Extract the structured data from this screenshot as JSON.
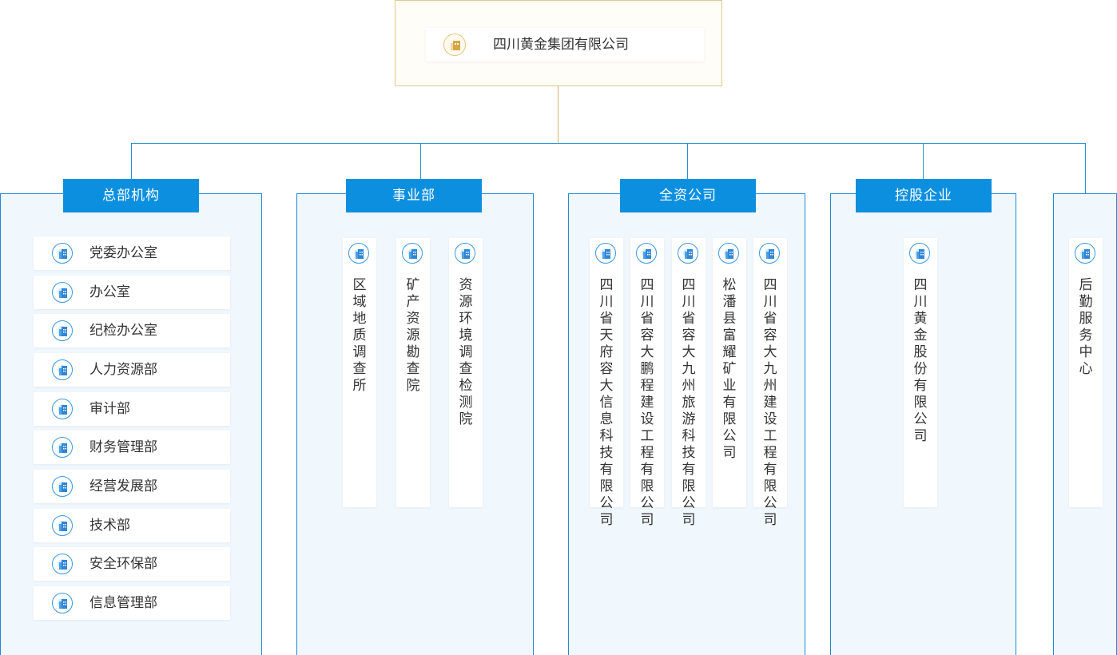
{
  "root": {
    "title": "四川黄金集团有限公司"
  },
  "columns": [
    {
      "title": "总部机构",
      "items": [
        "党委办公室",
        "办公室",
        "纪检办公室",
        "人力资源部",
        "审计部",
        "财务管理部",
        "经营发展部",
        "技术部",
        "安全环保部",
        "信息管理部"
      ]
    },
    {
      "title": "事业部",
      "items": [
        "区域地质调查所",
        "矿产资源勘查院",
        "资源环境调查检测院"
      ]
    },
    {
      "title": "全资公司",
      "items": [
        "四川省天府容大信息科技有限公司",
        "四川省容大鹏程建设工程有限公司",
        "四川省容大九州旅游科技有限公司",
        "松潘县富耀矿业有限公司",
        "四川省容大九州建设工程有限公司"
      ]
    },
    {
      "title": "控股企业",
      "items": [
        "四川黄金股份有限公司"
      ]
    },
    {
      "title": "",
      "items": [
        "后勤服务中心"
      ]
    }
  ],
  "colors": {
    "header_blue": "#0d8fe0",
    "border_blue": "#1f8ad6",
    "root_gold": "#e2c98a"
  },
  "icons": {
    "root": "building-gold-icon",
    "dept": "building-icon"
  }
}
